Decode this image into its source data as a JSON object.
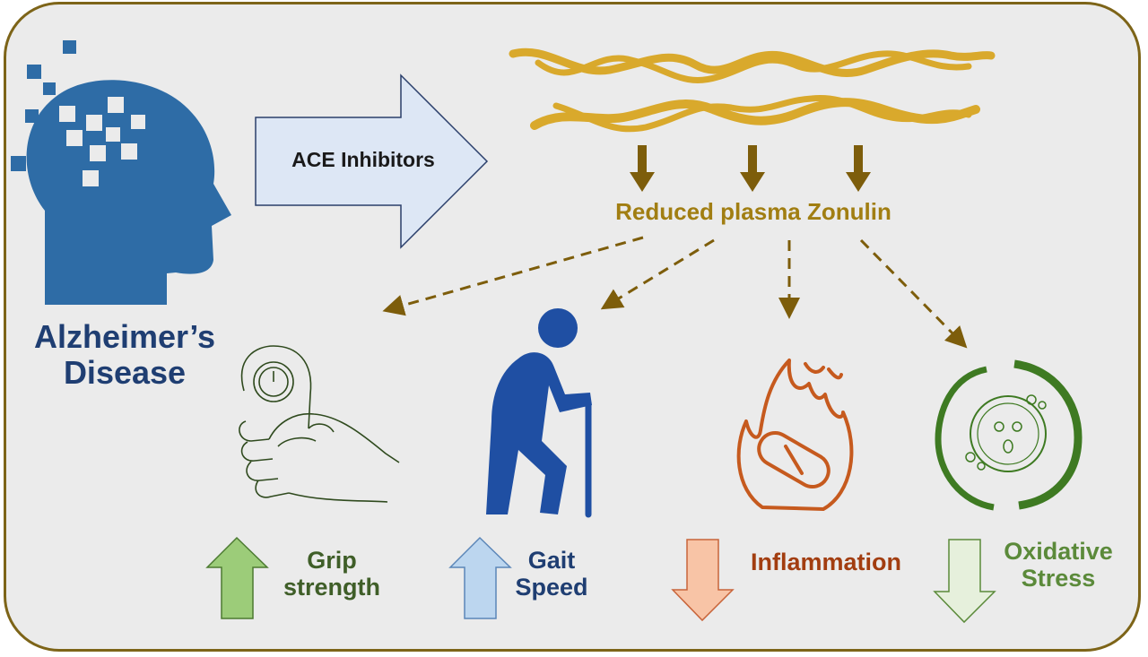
{
  "disease": {
    "line1": "Alzheimer’s",
    "line2": "Disease"
  },
  "treatment": {
    "label": "ACE Inhibitors"
  },
  "mechanism": {
    "label": "Reduced plasma Zonulin"
  },
  "outcomes": [
    {
      "line1": "Grip",
      "line2": "strength",
      "direction": "up",
      "color": "#9ccc79",
      "icon": "hand-dynamometer-icon"
    },
    {
      "line1": "Gait",
      "line2": "Speed",
      "direction": "up",
      "color": "#bcd6ef",
      "icon": "elderly-walking-cane-icon"
    },
    {
      "line1": "Inflammation",
      "line2": "",
      "direction": "down",
      "color": "#f8c4a6",
      "icon": "flame-pill-icon"
    },
    {
      "line1": "Oxidative",
      "line2": "Stress",
      "direction": "down",
      "color": "#e6f0dc",
      "icon": "stressed-cell-icon"
    }
  ],
  "colors": {
    "head": "#2e6ca6",
    "protein": "#d9a92c",
    "mechanism_arrow": "#7d5d0b",
    "border": "#7d6418"
  }
}
